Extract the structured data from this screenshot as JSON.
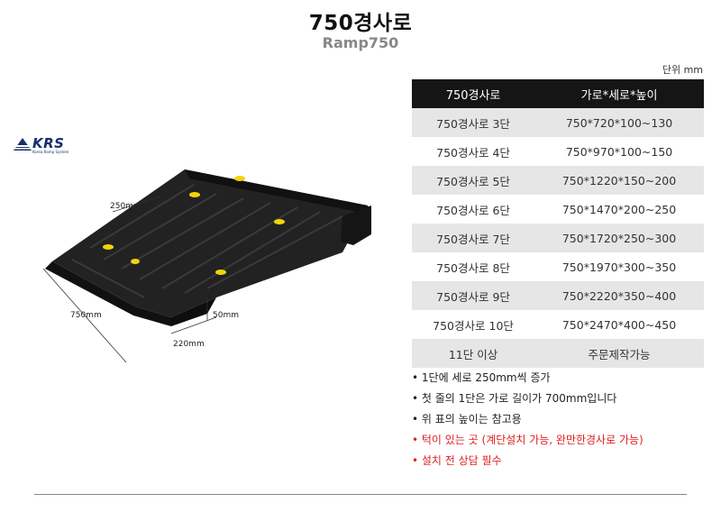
{
  "header": {
    "title": "750경사로",
    "subtitle": "Ramp750"
  },
  "unit_label": "단위 mm",
  "logo": {
    "text": "KRS",
    "sub": "Korea Ramp System"
  },
  "dimensions": {
    "top_width": "250mm",
    "length": "750mm",
    "bottom_width": "220mm",
    "height": "50mm"
  },
  "table": {
    "headers": [
      "750경사로",
      "가로*세로*높이"
    ],
    "rows": [
      [
        "750경사로 3단",
        "750*720*100~130"
      ],
      [
        "750경사로 4단",
        "750*970*100~150"
      ],
      [
        "750경사로 5단",
        "750*1220*150~200"
      ],
      [
        "750경사로 6단",
        "750*1470*200~250"
      ],
      [
        "750경사로 7단",
        "750*1720*250~300"
      ],
      [
        "750경사로 8단",
        "750*1970*300~350"
      ],
      [
        "750경사로 9단",
        "750*2220*350~400"
      ],
      [
        "750경사로 10단",
        "750*2470*400~450"
      ],
      [
        "11단 이상",
        "주문제작가능"
      ]
    ]
  },
  "notes": [
    {
      "text": "• 1단에  세로 250mm씩 증가",
      "color": "#222222"
    },
    {
      "text": "• 첫 줄의 1단은 가로 길이가 700mm입니다",
      "color": "#222222"
    },
    {
      "text": "• 위 표의 높이는 참고용",
      "color": "#222222"
    },
    {
      "text": "• 턱이 있는 곳 (계단설치 가능, 완만한경사로 가능)",
      "color": "#e02020"
    },
    {
      "text": "• 설치 전 상담 필수",
      "color": "#e02020"
    }
  ],
  "colors": {
    "ramp_body": "#1c1c1c",
    "ramp_marker": "#f2d40a",
    "table_header": "#151515",
    "row_alt": "#e6e6e6"
  }
}
